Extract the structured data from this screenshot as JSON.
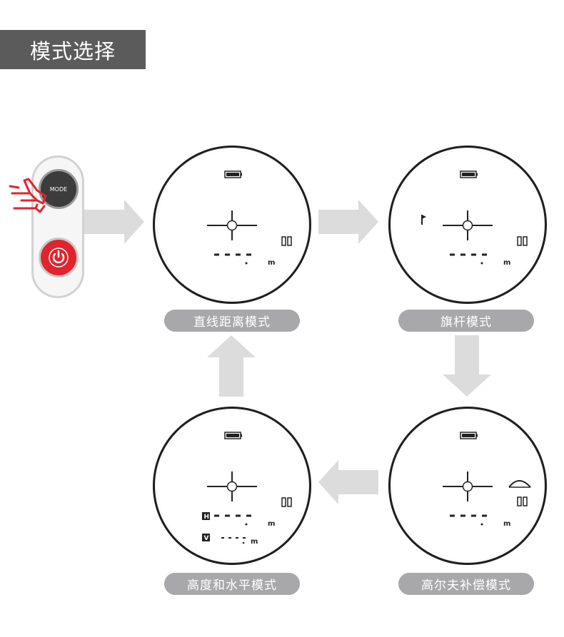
{
  "header": {
    "title": "模式选择"
  },
  "device": {
    "mode_button_label": "MODE"
  },
  "modes": [
    {
      "label": "直线距离模式"
    },
    {
      "label": "旗杆模式"
    },
    {
      "label": "高尔夫补偿模式"
    },
    {
      "label": "高度和水平模式"
    }
  ],
  "display": {
    "unit": "m",
    "height_tag": "H",
    "vertical_tag": "V"
  },
  "colors": {
    "accent": "#e0242e",
    "label_bg": "#a8a8aa",
    "arrow": "#dcdcdc",
    "title_bg": "#5b5b5b"
  }
}
